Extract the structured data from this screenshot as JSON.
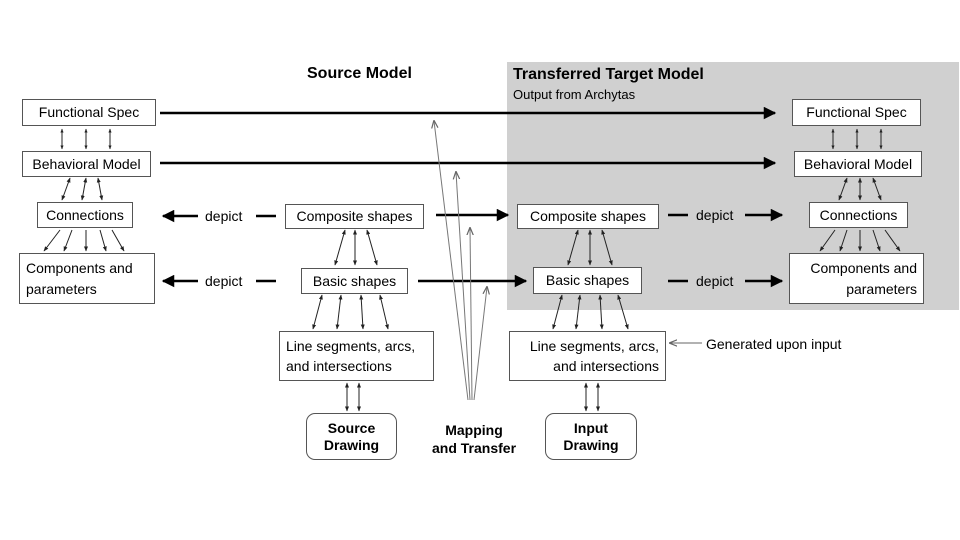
{
  "headings": {
    "source_model": "Source Model",
    "target_model": "Transferred Target Model",
    "target_sub": "Output from Archytas"
  },
  "left": {
    "functional_spec": "Functional Spec",
    "behavioral_model": "Behavioral Model",
    "connections": "Connections",
    "components_line1": "Components and",
    "components_line2": "parameters"
  },
  "source": {
    "composite_shapes": "Composite shapes",
    "basic_shapes": "Basic shapes",
    "line_segments_line1": "Line segments, arcs,",
    "line_segments_line2": "and intersections",
    "drawing_line1": "Source",
    "drawing_line2": "Drawing"
  },
  "target": {
    "composite_shapes": "Composite shapes",
    "basic_shapes": "Basic shapes",
    "line_segments_line1": "Line segments, arcs,",
    "line_segments_line2": "and intersections",
    "drawing_line1": "Input",
    "drawing_line2": "Drawing"
  },
  "right": {
    "functional_spec": "Functional Spec",
    "behavioral_model": "Behavioral Model",
    "connections": "Connections",
    "components_line1": "Components and",
    "components_line2": "parameters"
  },
  "labels": {
    "depict": "depict",
    "mapping_line1": "Mapping",
    "mapping_line2": "and Transfer",
    "generated": "Generated upon input"
  }
}
